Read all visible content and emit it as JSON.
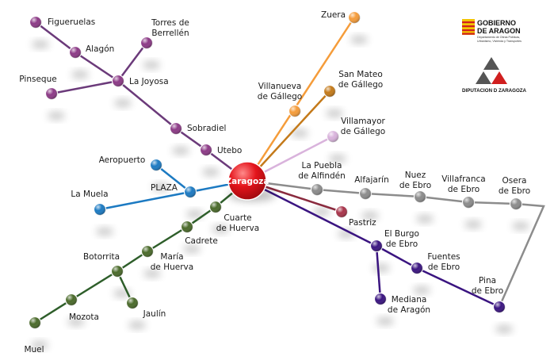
{
  "hub": {
    "name": "Zaragoza",
    "color": "#e4141b"
  },
  "logos": {
    "aragon_line1": "GOBIERNO",
    "aragon_line2": "DE ARAGON",
    "aragon_sub1": "Departamento de Obras Públicas,",
    "aragon_sub2": "Urbanismo, Vivienda y Transportes",
    "dpz": "DIPUTACION D ZARAGOZA"
  },
  "line_colors": {
    "north": "#6b3a7a",
    "zuera": "#f59c3a",
    "san_mateo": "#c47a1a",
    "villamayor": "#d9b3dc",
    "blue": "#1c7ac2",
    "green": "#2e5e2a",
    "grey": "#8c8c8c",
    "pastriz": "#8a2a3e",
    "indigo": "#3a1480"
  },
  "stations": [
    {
      "id": "figueruelas",
      "lines": [
        "Figueruelas"
      ],
      "color": "#8c3a86"
    },
    {
      "id": "alagon",
      "lines": [
        "Alagón"
      ],
      "color": "#8c3a86"
    },
    {
      "id": "torres",
      "lines": [
        "Torres de",
        "Berrellén"
      ],
      "color": "#8c3a86"
    },
    {
      "id": "pinseque",
      "lines": [
        "Pinseque"
      ],
      "color": "#8c3a86"
    },
    {
      "id": "lajoyosa",
      "lines": [
        "La Joyosa"
      ],
      "color": "#8c3a86"
    },
    {
      "id": "sobradiel",
      "lines": [
        "Sobradiel"
      ],
      "color": "#8c3a86"
    },
    {
      "id": "utebo",
      "lines": [
        "Utebo"
      ],
      "color": "#8c3a86"
    },
    {
      "id": "zuera",
      "lines": [
        "Zuera"
      ],
      "color": "#f59c3a"
    },
    {
      "id": "villanueva",
      "lines": [
        "Villanueva",
        "de Gállego"
      ],
      "color": "#f59c3a"
    },
    {
      "id": "sanmateo",
      "lines": [
        "San Mateo",
        "de Gállego"
      ],
      "color": "#c47a1a"
    },
    {
      "id": "villamayor",
      "lines": [
        "Villamayor",
        "de Gállego"
      ],
      "color": "#d9b3dc"
    },
    {
      "id": "aeropuerto",
      "lines": [
        "Aeropuerto"
      ],
      "color": "#1c7ac2"
    },
    {
      "id": "plaza",
      "lines": [
        "PLAZA"
      ],
      "color": "#1c7ac2"
    },
    {
      "id": "lamuela",
      "lines": [
        "La Muela"
      ],
      "color": "#1c7ac2"
    },
    {
      "id": "cuarte",
      "lines": [
        "Cuarte",
        "de Huerva"
      ],
      "color": "#4a6a2a"
    },
    {
      "id": "cadrete",
      "lines": [
        "Cadrete"
      ],
      "color": "#4a6a2a"
    },
    {
      "id": "maria",
      "lines": [
        "María",
        "de Huerva"
      ],
      "color": "#4a6a2a"
    },
    {
      "id": "botorrita",
      "lines": [
        "Botorrita"
      ],
      "color": "#4a6a2a"
    },
    {
      "id": "mozota",
      "lines": [
        "Mozota"
      ],
      "color": "#4a6a2a"
    },
    {
      "id": "jaulin",
      "lines": [
        "Jaulín"
      ],
      "color": "#4a6a2a"
    },
    {
      "id": "muel",
      "lines": [
        "Muel"
      ],
      "color": "#4a6a2a"
    },
    {
      "id": "lapuebla",
      "lines": [
        "La Puebla",
        "de Alfindén"
      ],
      "color": "#8c8c8c"
    },
    {
      "id": "alfajarin",
      "lines": [
        "Alfajarín"
      ],
      "color": "#8c8c8c"
    },
    {
      "id": "nuez",
      "lines": [
        "Nuez",
        "de Ebro"
      ],
      "color": "#8c8c8c"
    },
    {
      "id": "villafranca",
      "lines": [
        "Villafranca",
        "de Ebro"
      ],
      "color": "#8c8c8c"
    },
    {
      "id": "osera",
      "lines": [
        "Osera",
        "de Ebro"
      ],
      "color": "#8c8c8c"
    },
    {
      "id": "pastriz",
      "lines": [
        "Pastriz"
      ],
      "color": "#a8344a"
    },
    {
      "id": "elburgo",
      "lines": [
        "El Burgo",
        "de Ebro"
      ],
      "color": "#3a1480"
    },
    {
      "id": "fuentes",
      "lines": [
        "Fuentes",
        "de Ebro"
      ],
      "color": "#3a1480"
    },
    {
      "id": "mediana",
      "lines": [
        "Mediana",
        "de Aragón"
      ],
      "color": "#3a1480"
    },
    {
      "id": "pina",
      "lines": [
        "Pina",
        "de Ebro"
      ],
      "color": "#3a1480"
    }
  ]
}
